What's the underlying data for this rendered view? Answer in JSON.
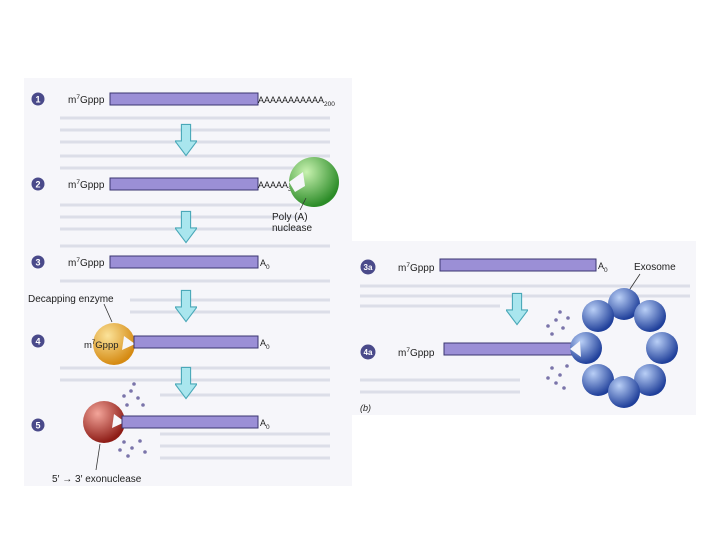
{
  "panel_a": {
    "steps": [
      {
        "number": "1",
        "cap": "m",
        "cap_sup": "7",
        "cap_rest": "Gppp",
        "tail_base": "AAAAAAAAAAA",
        "tail_sub": "200"
      },
      {
        "number": "2",
        "cap": "m",
        "cap_sup": "7",
        "cap_rest": "Gppp",
        "tail_base": "AAAAA",
        "tail_sub": "30"
      },
      {
        "number": "3",
        "cap": "m",
        "cap_sup": "7",
        "cap_rest": "Gppp",
        "tail_base": "A",
        "tail_sub": "0"
      },
      {
        "number": "4",
        "cap": "m",
        "cap_sup": "7",
        "cap_rest": "Gppp",
        "tail_base": "A",
        "tail_sub": "0"
      },
      {
        "number": "5",
        "tail_base": "A",
        "tail_sub": "0"
      }
    ],
    "poly_a_nuclease_label": [
      "Poly (A)",
      "nuclease"
    ],
    "decapping_enzyme_label": "Decapping enzyme",
    "exonuclease_label": "5′ → 3′ exonuclease"
  },
  "panel_b": {
    "steps": [
      {
        "number": "3a",
        "cap": "m",
        "cap_sup": "7",
        "cap_rest": "Gppp",
        "tail_base": "A",
        "tail_sub": "0"
      },
      {
        "number": "4a",
        "cap": "m",
        "cap_sup": "7",
        "cap_rest": "Gppp"
      }
    ],
    "exosome_label": "Exosome",
    "panel_label": "(b)"
  },
  "colors": {
    "mrna_fill": "#9b8fd6",
    "mrna_stroke": "#3b3570",
    "arrow_fill": "#a9e6ee",
    "arrow_stroke": "#4aa8b8",
    "poly_a_nuclease": "#3fae3a",
    "decapping_enzyme": "#e8a42a",
    "exonuclease": "#b8302a",
    "exosome_subunit": "#2f5fc4",
    "number_circle": "#4a4a8a",
    "background_text": "#d9dbe6"
  }
}
